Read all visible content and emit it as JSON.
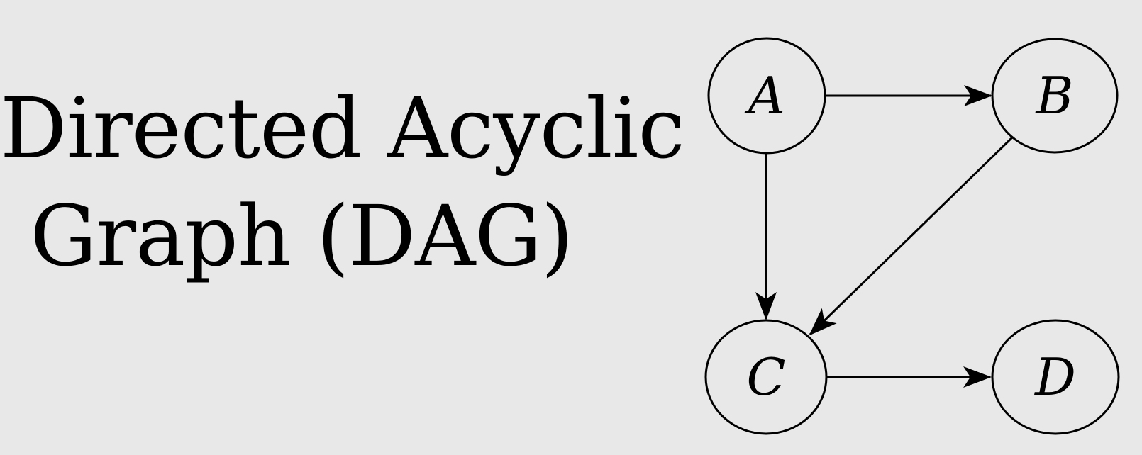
{
  "title": {
    "line1": "Directed Acyclic",
    "line2": "Graph (DAG)"
  },
  "graph": {
    "nodes": [
      {
        "id": "A",
        "label": "A"
      },
      {
        "id": "B",
        "label": "B"
      },
      {
        "id": "C",
        "label": "C"
      },
      {
        "id": "D",
        "label": "D"
      }
    ],
    "edges": [
      {
        "from": "A",
        "to": "B"
      },
      {
        "from": "A",
        "to": "C"
      },
      {
        "from": "B",
        "to": "C"
      },
      {
        "from": "C",
        "to": "D"
      }
    ],
    "colors": {
      "background": "#e8e8e8",
      "stroke": "#000000"
    }
  }
}
